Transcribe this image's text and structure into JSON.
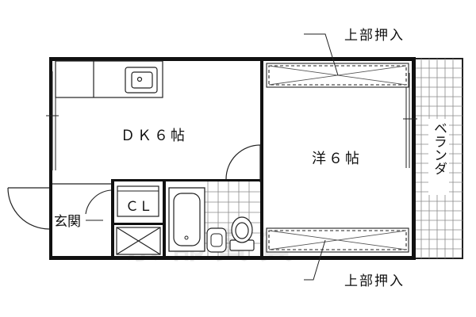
{
  "floorplan": {
    "labels": {
      "dk": "ＤＫ６帖",
      "western_room": "洋６帖",
      "closet": "ＣＬ",
      "entrance": "玄関",
      "balcony": "ベランダ",
      "upper_storage_top": "上部押入",
      "upper_storage_bottom": "上部押入"
    },
    "watermark_text": "京都賃貸"
  },
  "colors": {
    "wall": "#111111",
    "line": "#222222",
    "tile_grid": "#8a8a8a",
    "watermark": "#d9d9d9"
  }
}
